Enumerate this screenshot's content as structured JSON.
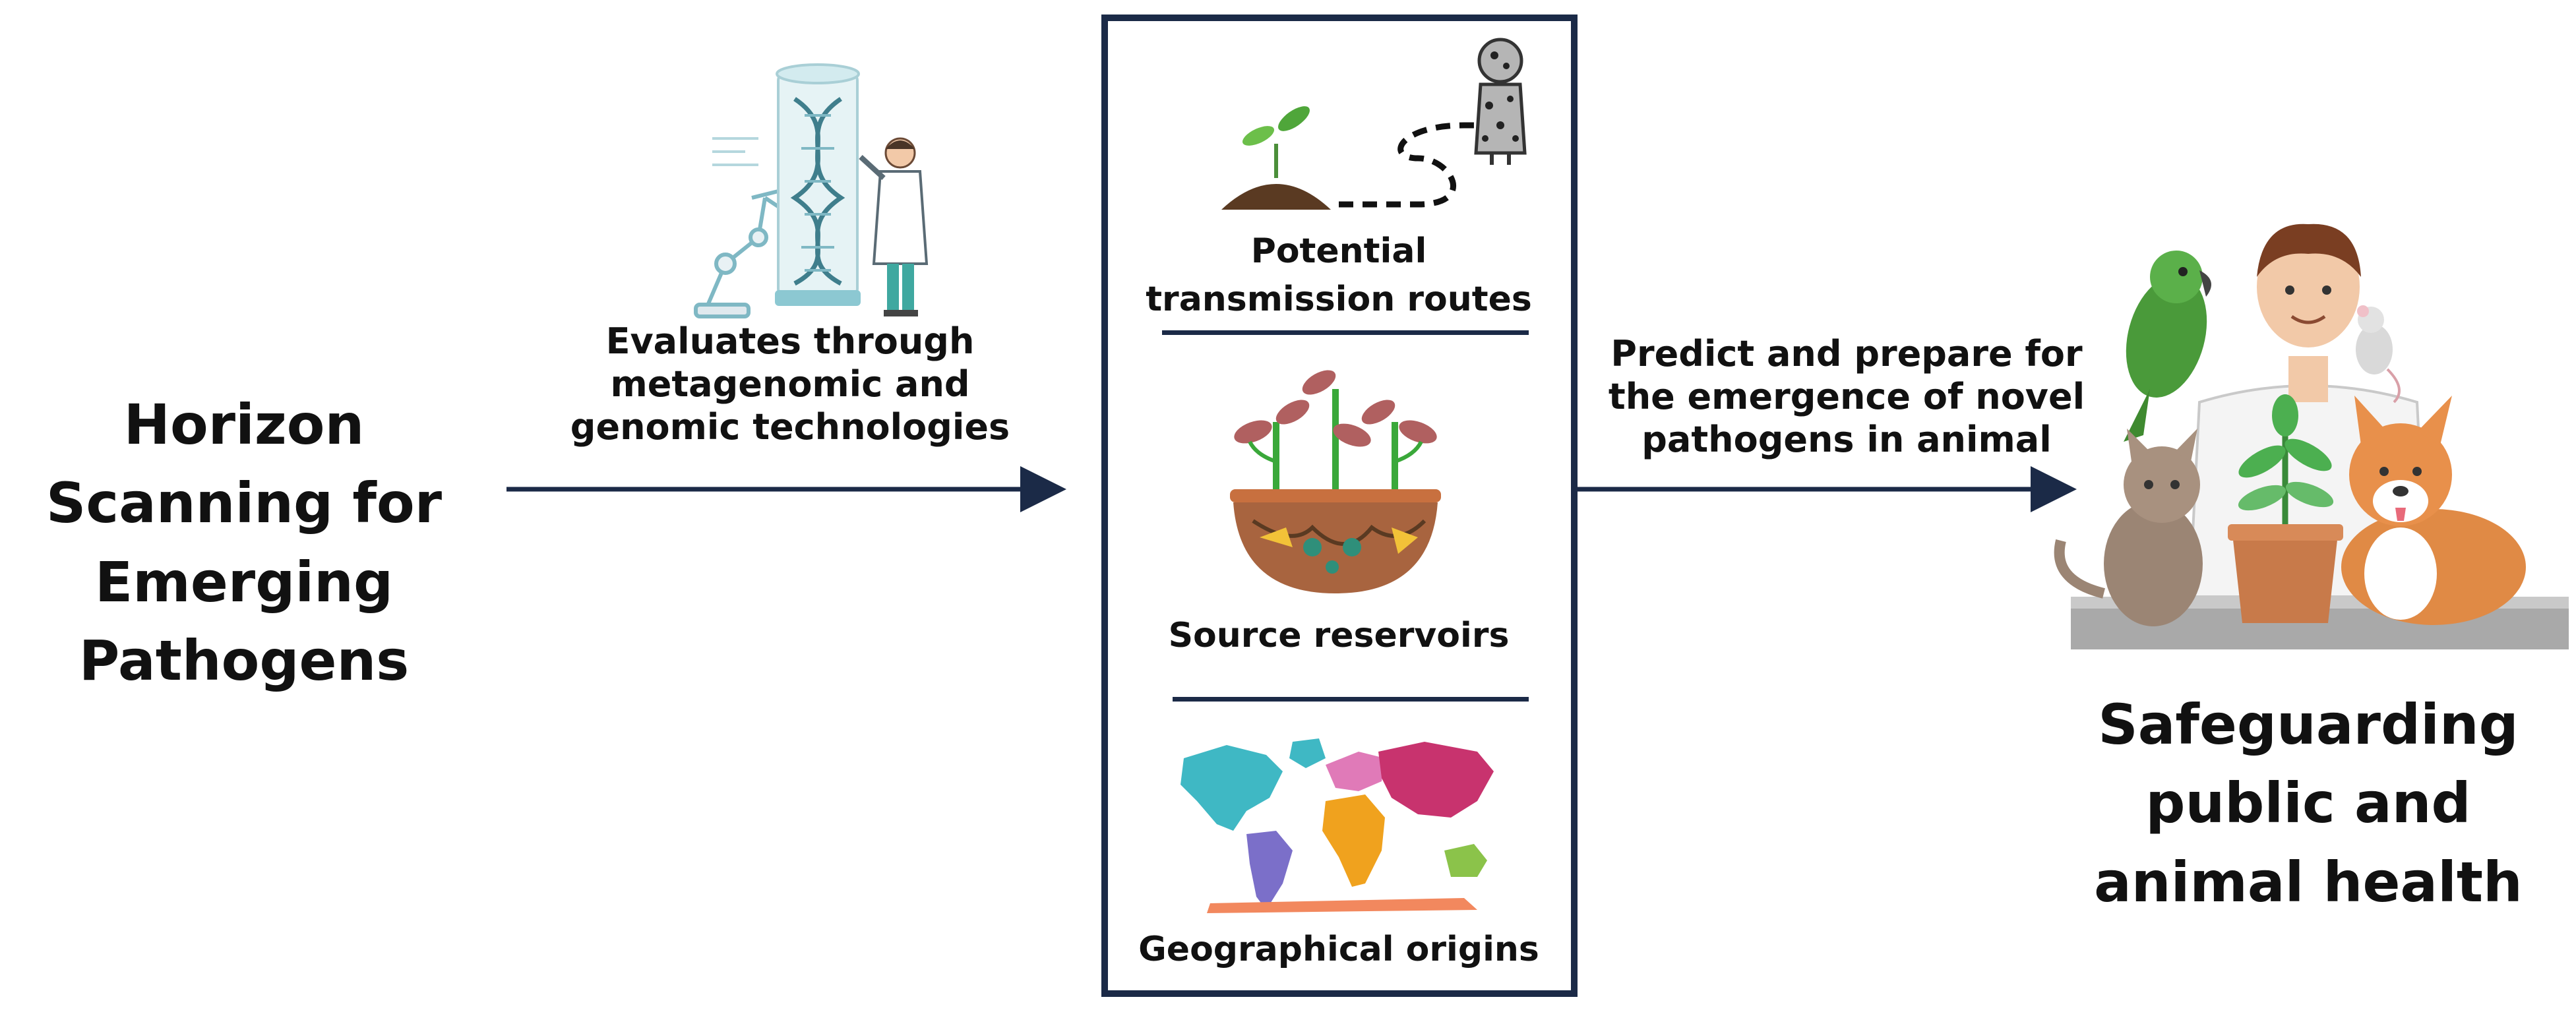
{
  "title": "Horizon Scanning for Emerging Pathogens",
  "method_text": "Evaluates through metagenomic and genomic technologies",
  "center_box": {
    "transmission": "Potential transmission routes",
    "reservoirs": "Source reservoirs",
    "origins": "Geographical origins"
  },
  "predict_text": "Predict and prepare for the emergence of novel pathogens in animal",
  "outcome_text": "Safeguarding public and animal health",
  "colors": {
    "arrow": "#1b2a47",
    "box_border": "#1b2a47",
    "soil": "#5a3a22",
    "leaf": "#4caf50",
    "pot": "#c87a4a"
  }
}
